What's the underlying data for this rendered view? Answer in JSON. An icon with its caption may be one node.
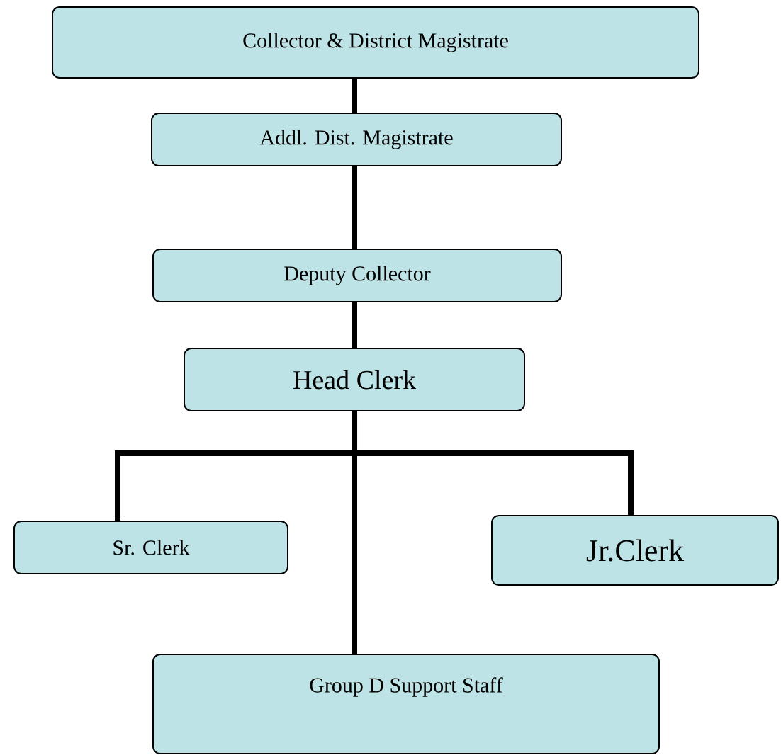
{
  "diagram": {
    "nodes": [
      {
        "text": [
          "Collector & District Magistrate"
        ]
      },
      {
        "text": [
          "Addl. Dist. Magistrate"
        ]
      },
      {
        "text": [
          "Deputy Collector"
        ]
      },
      {
        "text": [
          "Head Clerk"
        ]
      },
      {
        "text": [
          "Sr. Clerk"
        ]
      },
      {
        "text": [
          "Jr.Clerk"
        ]
      },
      {
        "text": [
          "Group D Support Staff"
        ]
      }
    ],
    "edges": [
      {
        "from": 0,
        "to": 1,
        "arrow": "none"
      },
      {
        "from": 1,
        "to": 2,
        "arrow": "none"
      },
      {
        "from": 2,
        "to": 3,
        "arrow": "none"
      },
      {
        "from": 3,
        "to": 4,
        "arrow": "none"
      },
      {
        "from": 3,
        "to": 5,
        "arrow": "none"
      },
      {
        "from": 3,
        "to": 6,
        "arrow": "none"
      }
    ]
  }
}
